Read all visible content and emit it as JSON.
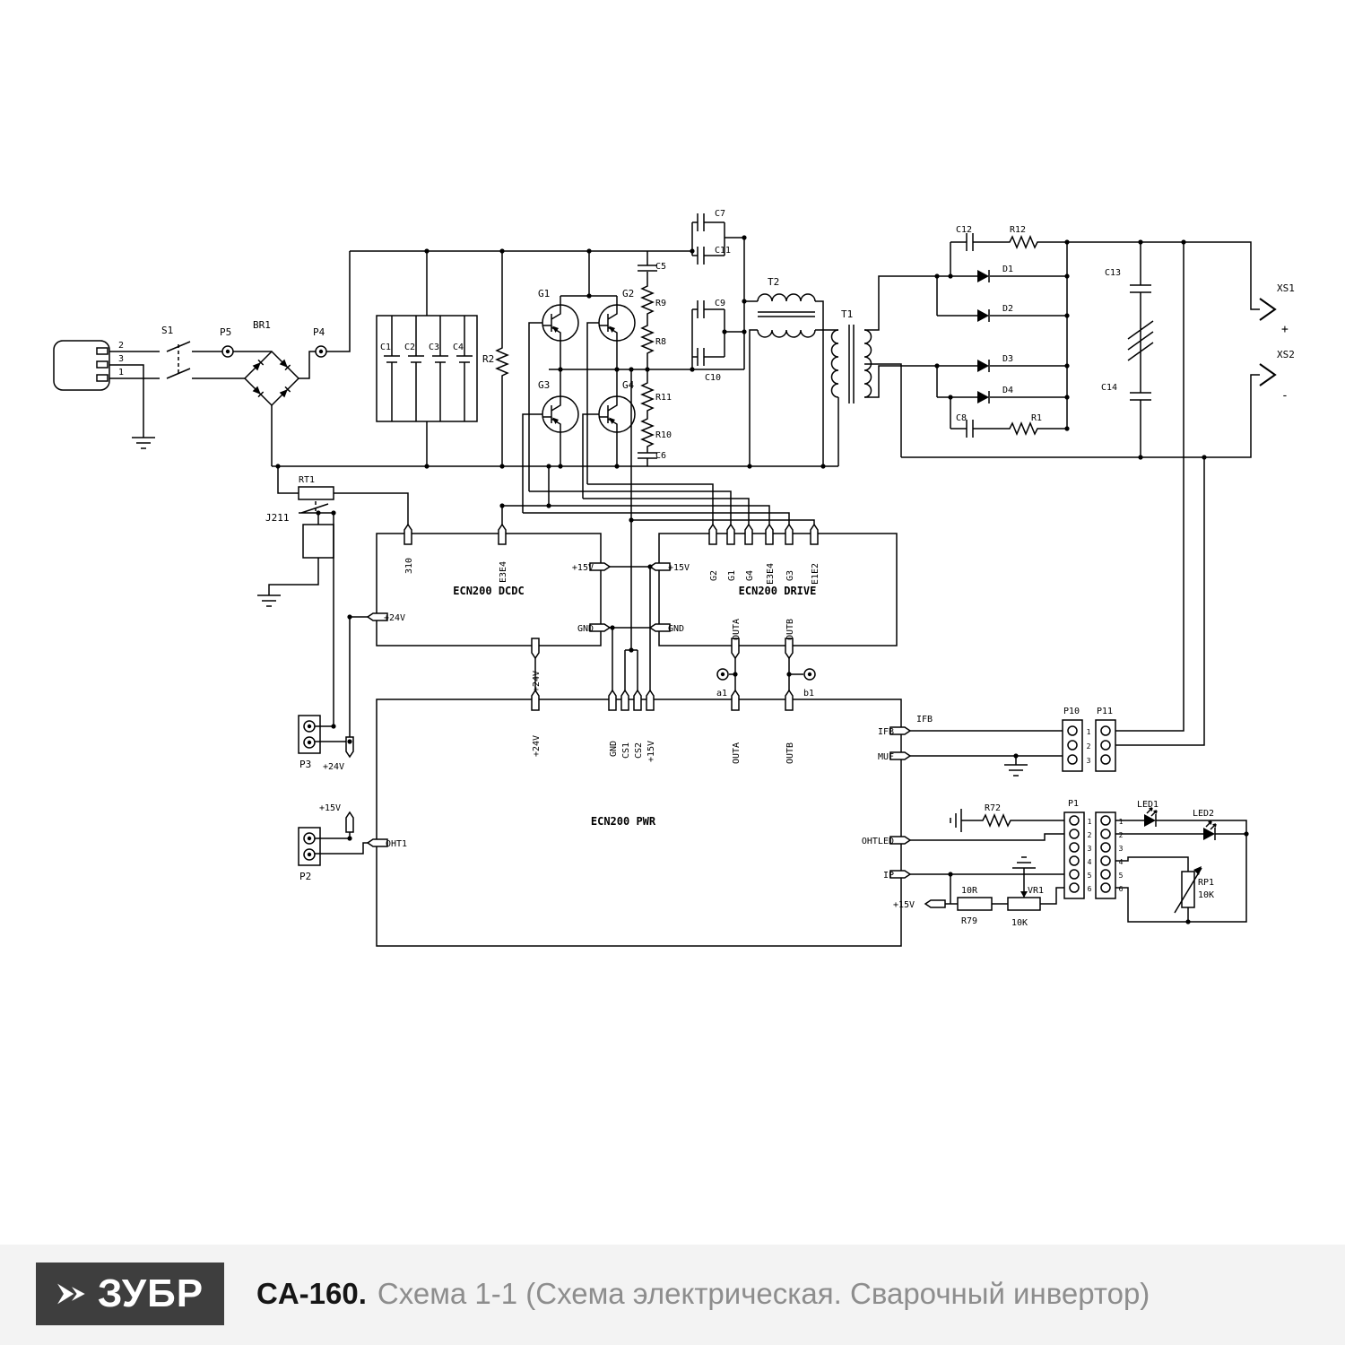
{
  "footer": {
    "logo": "ЗУБР",
    "model": "CA-160.",
    "title": "Схема 1-1 (Схема электрическая. Сварочный инвертор)"
  },
  "plug": {
    "pin2": "2",
    "pin3": "3",
    "pin1": "1"
  },
  "refs": {
    "s1": "S1",
    "p5": "P5",
    "br1": "BR1",
    "p4": "P4",
    "c1": "C1",
    "c2": "C2",
    "c3": "C3",
    "c4": "C4",
    "r2": "R2",
    "g1": "G1",
    "g2": "G2",
    "g3": "G3",
    "g4": "G4",
    "c5": "C5",
    "r9": "R9",
    "r8": "R8",
    "r11": "R11",
    "r10": "R10",
    "c6": "C6",
    "c7": "C7",
    "c11": "C11",
    "c9": "C9",
    "c10": "C10",
    "t2": "T2",
    "t1": "T1",
    "d1": "D1",
    "d2": "D2",
    "d3": "D3",
    "d4": "D4",
    "c12": "C12",
    "r12": "R12",
    "c8": "C8",
    "r1": "R1",
    "c13": "C13",
    "c14": "C14",
    "xs1": "XS1",
    "xs1_plus": "+",
    "xs2": "XS2",
    "xs2_minus": "-",
    "rt1": "RT1",
    "j211": "J211",
    "p3": "P3",
    "p2": "P2",
    "p10": "P10",
    "p11": "P11",
    "p1": "P1",
    "r72": "R72",
    "led1": "LED1",
    "led2": "LED2",
    "rp1": "RP1",
    "rp1_val": "10K",
    "r79_val": "10R",
    "r79": "R79",
    "vr1": "VR1",
    "vr1_val": "10K"
  },
  "nets": {
    "v24": "+24V",
    "v15_p2": "+15V",
    "v15_bot": "+15V",
    "ifb": "IFB",
    "a1": "a1",
    "b1": "b1"
  },
  "blocks": {
    "dcdc": {
      "name": "ECN200 DCDC",
      "pin_310": "310",
      "pin_e3e4": "E3E4",
      "pin_15v": "+15V",
      "pin_gnd": "GND",
      "pin_24v_left": "+24V",
      "pin_24v_bottom": "+24V"
    },
    "drive": {
      "name": "ECN200 DRIVE",
      "pin_15v": "+15V",
      "pin_gnd": "GND",
      "pins_top": [
        "G2",
        "G1",
        "G4",
        "E3E4",
        "G3",
        "E1E2"
      ],
      "pin_outa": "OUTA",
      "pin_outb": "OUTB"
    },
    "pwr": {
      "name": "ECN200 PWR",
      "pin_24v": "+24V",
      "pin_gnd": "GND",
      "pin_cs1": "CS1",
      "pin_cs2": "CS2",
      "pin_15v": "+15V",
      "pin_outa": "OUTA",
      "pin_outb": "OUTB",
      "pin_oht1": "OHT1",
      "pin_ohtled": "OHTLED",
      "pin_ip": "IP",
      "pin_ifb": "IFB",
      "pin_muf": "MUF"
    }
  },
  "conn": {
    "n1": "1",
    "n2": "2",
    "n3": "3",
    "n4": "4",
    "n5": "5",
    "n6": "6"
  }
}
